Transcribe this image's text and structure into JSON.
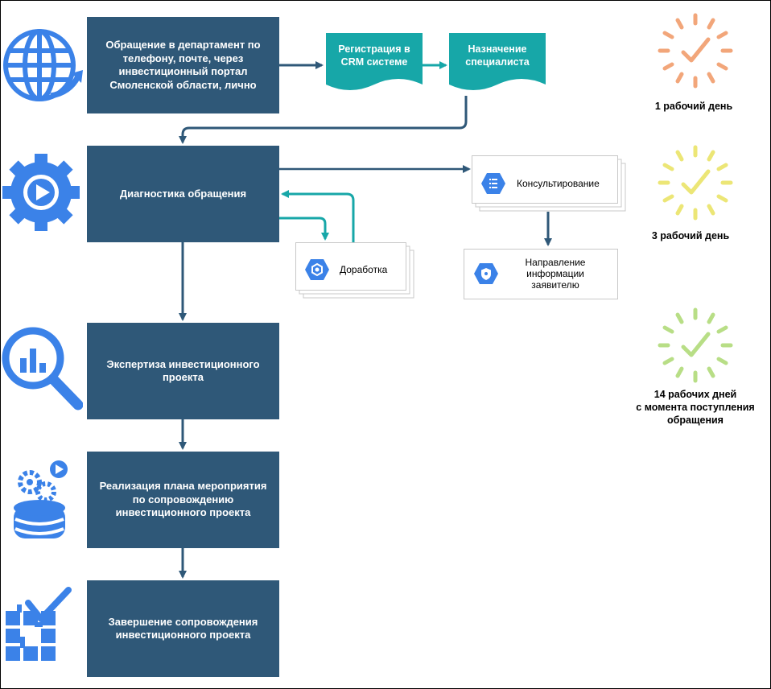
{
  "steps": {
    "appeal": "Обращение в департамент по телефону, почте, через инвестиционный портал Смоленской области, лично",
    "registration": "Регистрация в CRM системе",
    "assignment": "Назначение специалиста",
    "diagnostics": "Диагностика обращения",
    "consulting": "Консультирование",
    "revision": "Доработка",
    "send_info": "Направление информации заявителю",
    "expertise": "Экспертиза инвестиционного проекта",
    "implementation": "Реализация плана мероприятия по сопровождению инвестиционного проекта",
    "completion": "Завершение сопровождения инвестиционного проекта"
  },
  "timings": {
    "t1": "1 рабочий день",
    "t2": "3 рабочий день",
    "t3_line1": "14 рабочих дней",
    "t3_line2": "с момента поступления",
    "t3_line3": "обращения"
  },
  "colors": {
    "box": "#2f5878",
    "teal": "#17a7a8",
    "icon_blue": "#3b82e8",
    "clock_orange": "#f2a67a",
    "clock_yellow": "#ece676",
    "clock_green": "#b8de86"
  },
  "icons": [
    "globe-icon",
    "gear-play-icon",
    "magnifier-chart-icon",
    "database-gears-icon",
    "checklist-blocks-icon",
    "clock-check-icon"
  ]
}
